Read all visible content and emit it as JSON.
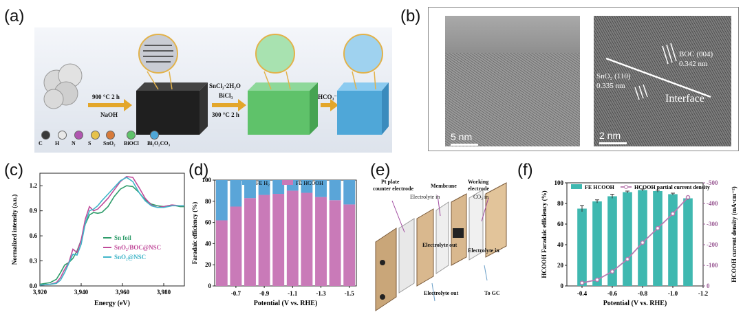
{
  "figure": {
    "panels": [
      "(a)",
      "(b)",
      "(c)",
      "(d)",
      "(e)",
      "(f)"
    ]
  },
  "panel_a": {
    "step1_line1": "900 °C 2 h",
    "step1_line2": "NaOH",
    "step2_line1": "SnCl₂·2H₂O",
    "step2_line2": "BiCl₃",
    "step2_line3": "300 °C 2 h",
    "step3_label": "HCO₃⁻",
    "legend": [
      "C",
      "H",
      "N",
      "S",
      "SnO₂",
      "BiOCl",
      "Bi₂O₂CO₃"
    ],
    "legend_colors": [
      "#3a3a3a",
      "#e8e8e8",
      "#b056b0",
      "#e6c24a",
      "#d77a3a",
      "#5fc26a",
      "#4fa7d8"
    ]
  },
  "panel_b": {
    "left_scale": "5 nm",
    "right_scale": "2 nm",
    "boc_label": "BOC (004)",
    "boc_d": "0.342 nm",
    "sno2_label": "SnO₂ (110)",
    "sno2_d": "0.335 nm",
    "interface": "Interface"
  },
  "panel_e": {
    "pt_plate_1": "Pt plate",
    "pt_plate_2": "counter electrode",
    "membrane": "Membrane",
    "working_1": "Working",
    "working_2": "electrode",
    "electrolyte_in_top": "Electrolyte in",
    "co2_in": "CO₂ in",
    "electrolyte_out_mid": "Electrolyte out",
    "electrolyte_in_mid": "Electrolyte in",
    "electrolyte_out_bottom": "Electrolyte out",
    "to_gc": "To GC"
  },
  "chart_data": [
    {
      "id": "c",
      "type": "line",
      "xlabel": "Energy (eV)",
      "ylabel": "Normalized intensity (a.u.)",
      "xlim": [
        3920,
        3990
      ],
      "ylim": [
        0,
        1.35
      ],
      "xticks": [
        "3,920",
        "3,940",
        "3,960",
        "3,980"
      ],
      "yticks": [
        "0.0",
        "0.3",
        "0.6",
        "0.9",
        "1.2"
      ],
      "series": [
        {
          "name": "Sn foil",
          "color": "#2e9c6a",
          "x": [
            3920,
            3925,
            3928,
            3930,
            3932,
            3934,
            3936,
            3938,
            3940,
            3942,
            3944,
            3946,
            3948,
            3950,
            3953,
            3956,
            3959,
            3962,
            3965,
            3968,
            3971,
            3974,
            3977,
            3980,
            3984,
            3988,
            3990
          ],
          "y": [
            0.02,
            0.04,
            0.08,
            0.16,
            0.25,
            0.28,
            0.33,
            0.42,
            0.55,
            0.74,
            0.85,
            0.88,
            0.87,
            0.88,
            0.95,
            1.07,
            1.16,
            1.2,
            1.19,
            1.12,
            1.03,
            0.98,
            0.96,
            0.95,
            0.97,
            0.95,
            0.95
          ]
        },
        {
          "name": "SnO₂/BOC@NSC",
          "color": "#c04a9a",
          "x": [
            3920,
            3925,
            3928,
            3930,
            3932,
            3934,
            3936,
            3938,
            3940,
            3942,
            3944,
            3946,
            3948,
            3950,
            3953,
            3956,
            3959,
            3962,
            3965,
            3968,
            3971,
            3974,
            3977,
            3980,
            3984,
            3988,
            3990
          ],
          "y": [
            0.01,
            0.02,
            0.04,
            0.1,
            0.2,
            0.28,
            0.44,
            0.4,
            0.55,
            0.8,
            0.95,
            0.9,
            0.92,
            0.97,
            1.05,
            1.15,
            1.25,
            1.31,
            1.3,
            1.18,
            1.05,
            0.97,
            0.94,
            0.95,
            0.97,
            0.96,
            0.96
          ]
        },
        {
          "name": "SnO₂@NSC",
          "color": "#3fb5c8",
          "x": [
            3920,
            3925,
            3928,
            3930,
            3932,
            3934,
            3936,
            3938,
            3940,
            3942,
            3944,
            3946,
            3948,
            3950,
            3953,
            3956,
            3959,
            3962,
            3965,
            3968,
            3971,
            3974,
            3977,
            3980,
            3984,
            3988,
            3990
          ],
          "y": [
            0.01,
            0.02,
            0.03,
            0.07,
            0.16,
            0.27,
            0.38,
            0.37,
            0.5,
            0.75,
            0.9,
            0.92,
            0.96,
            1.02,
            1.1,
            1.18,
            1.26,
            1.3,
            1.25,
            1.12,
            1.02,
            0.96,
            0.94,
            0.94,
            0.96,
            0.96,
            0.96
          ]
        }
      ]
    },
    {
      "id": "d",
      "type": "bar",
      "xlabel": "Potential (V vs. RHE)",
      "ylabel": "Faradaic efficiency (%)",
      "ylim": [
        0,
        100
      ],
      "yticks": [
        "0",
        "20",
        "40",
        "60",
        "80",
        "100"
      ],
      "xticks": [
        "-0.7",
        "-0.9",
        "-1.1",
        "-1.3",
        "-1.5"
      ],
      "categories": [
        "-0.6",
        "-0.7",
        "-0.8",
        "-0.9",
        "-1.0",
        "-1.1",
        "-1.2",
        "-1.3",
        "-1.4",
        "-1.5"
      ],
      "series": [
        {
          "name": "FE HCOOH",
          "color": "#c97ab8",
          "values": [
            62,
            75,
            83,
            86,
            87,
            90,
            88,
            84,
            81,
            77
          ]
        },
        {
          "name": "FE H₂",
          "color": "#5aa5d8",
          "values": [
            38,
            25,
            17,
            14,
            13,
            10,
            12,
            16,
            19,
            23
          ]
        }
      ]
    },
    {
      "id": "f",
      "type": "bar",
      "xlabel": "Potential (V vs. RHE)",
      "ylabel": "HCOOH Faradaic efficiency (%)",
      "y2label": "HCOOH current density (mA·cm⁻²)",
      "ylim": [
        0,
        100
      ],
      "y2lim": [
        0,
        -500
      ],
      "yticks": [
        "0",
        "20",
        "40",
        "60",
        "80",
        "100"
      ],
      "y2ticks": [
        "0",
        "-100",
        "-200",
        "-300",
        "-400",
        "-500"
      ],
      "xticks": [
        "-0.4",
        "-0.6",
        "-0.8",
        "-1.0",
        "-1.2"
      ],
      "categories": [
        "-0.4",
        "-0.5",
        "-0.6",
        "-0.7",
        "-0.8",
        "-0.9",
        "-1.0",
        "-1.1"
      ],
      "series": [
        {
          "name": "FE HCOOH",
          "color": "#3fb8b0",
          "values": [
            75,
            82,
            87,
            91,
            93,
            92,
            89,
            85
          ],
          "errors": [
            3,
            1.5,
            2,
            1,
            1,
            1,
            1,
            1.5
          ]
        },
        {
          "name": "HCOOH partial current density",
          "color": "#b87ab0",
          "values": [
            -15,
            -30,
            -70,
            -130,
            -210,
            -280,
            -350,
            -430
          ]
        }
      ]
    }
  ]
}
